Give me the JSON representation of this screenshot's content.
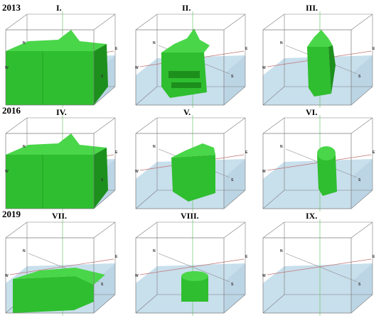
{
  "years": [
    "2013",
    "2016",
    "2019"
  ],
  "panel_labels": [
    "I.",
    "II.",
    "III.",
    "IV.",
    "V.",
    "VI.",
    "VII.",
    "VIII.",
    "IX."
  ],
  "direction_labels": {
    "north": "N",
    "east": "E",
    "south": "S",
    "west": "W"
  },
  "colors": {
    "body": "#2fbe2f",
    "body_light": "#49d649",
    "body_dark": "#1d8f1d",
    "water": "#b5d4e6",
    "water_edge": "#8fb9d3",
    "box_line": "#7a7a7a",
    "axis_ew": "#c07070",
    "axis_ns": "#8a8a8a",
    "axis_vertical": "#6ec86e"
  },
  "panels": [
    {
      "label_index": 0,
      "year_index": 0,
      "body": "full-block"
    },
    {
      "label_index": 1,
      "year_index": null,
      "body": "tall-with-shelves"
    },
    {
      "label_index": 2,
      "year_index": null,
      "body": "narrow-column"
    },
    {
      "label_index": 3,
      "year_index": 1,
      "body": "full-block"
    },
    {
      "label_index": 4,
      "year_index": null,
      "body": "medium-block"
    },
    {
      "label_index": 5,
      "year_index": null,
      "body": "small-rounded-column"
    },
    {
      "label_index": 6,
      "year_index": 2,
      "body": "low-slab"
    },
    {
      "label_index": 7,
      "year_index": null,
      "body": "small-low-cylinder"
    },
    {
      "label_index": 8,
      "year_index": null,
      "body": "none"
    }
  ]
}
